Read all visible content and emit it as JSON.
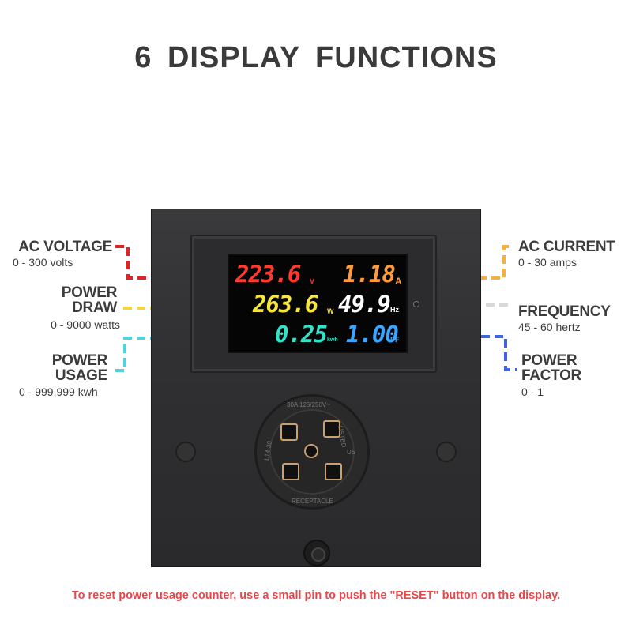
{
  "title": "6 DISPLAY FUNCTIONS",
  "functions": {
    "ac_voltage": {
      "name": "AC VOLTAGE",
      "range": "0 - 300 volts",
      "color": "#e02424"
    },
    "power_draw": {
      "name_line1": "POWER",
      "name_line2": "DRAW",
      "range": "0 - 9000 watts",
      "color": "#f5d547"
    },
    "power_usage": {
      "name_line1": "POWER",
      "name_line2": "USAGE",
      "range": "0 - 999,999 kwh",
      "color": "#4fd3e0"
    },
    "ac_current": {
      "name": "AC CURRENT",
      "range": "0 - 30 amps",
      "color": "#f5b042"
    },
    "frequency": {
      "name": "FREQUENCY",
      "range": "45 - 60 hertz",
      "color": "#d8d8d8"
    },
    "power_factor": {
      "name_line1": "POWER",
      "name_line2": "FACTOR",
      "range": "0 - 1",
      "color": "#3f63e6"
    }
  },
  "display": {
    "voltage": {
      "value": "223.6",
      "unit": "V",
      "color": "#ff3b2f"
    },
    "current": {
      "value": "1.18",
      "unit": "A",
      "color": "#ff9a3c"
    },
    "power": {
      "value": "263.6",
      "unit": "W",
      "color": "#f6e53c"
    },
    "frequency": {
      "value": "49.9",
      "unit": "Hz",
      "color": "#ffffff"
    },
    "energy": {
      "value": "0.25",
      "unit": "kwh",
      "color": "#34e2c8"
    },
    "pf": {
      "value": "1.00",
      "unit": "PF",
      "color": "#3aa6ff"
    }
  },
  "socket": {
    "rating": "30A 125/250V~",
    "model": "L14-30",
    "label": "RECEPTACLE",
    "listing": "LISTED",
    "us": "US"
  },
  "footer": {
    "text": "To reset power usage counter, use a small pin to push the \"RESET\" button on the display.",
    "color": "#e8474a"
  }
}
